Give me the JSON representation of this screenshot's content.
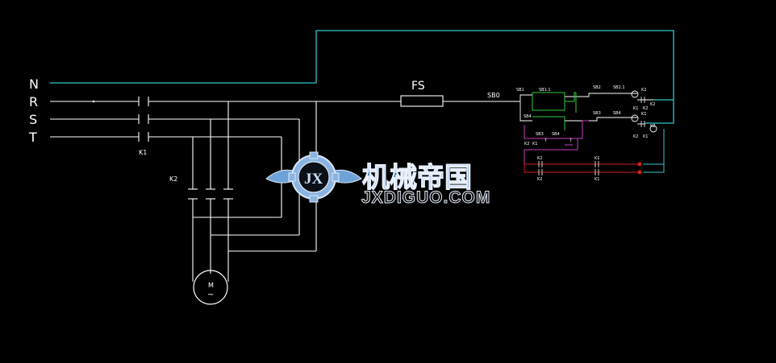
{
  "diagram": {
    "phase_labels": [
      "N",
      "R",
      "S",
      "T"
    ],
    "components": {
      "main_contactor": "K1",
      "reverse_contactor": "K2",
      "fuse": "FS",
      "stop_button": "SB0",
      "motor_line1": "M",
      "motor_line2": "~"
    },
    "control_labels": [
      "SB1",
      "SB1.1",
      "SB4",
      "SB2",
      "SB2.1",
      "SB3",
      "SB4",
      "K1",
      "K2",
      "K2",
      "K2",
      "K1",
      "K2",
      "K2",
      "K1",
      "SB3",
      "SB4",
      "T",
      "T",
      "K2",
      "K1",
      "K2",
      "K1",
      "K2",
      "K1"
    ],
    "colors": {
      "background": "#000000",
      "power_wire": "#ffffff",
      "neutral_wire": "#2fc7c7",
      "control_green": "#2ecc40",
      "control_magenta": "#c040c0",
      "control_red": "#d02020",
      "watermark_blue": "#1e63b4"
    }
  },
  "watermark": {
    "logo_text": "JX",
    "cn_text": "机械帝国",
    "url_text": "JXDIGUO.COM"
  }
}
